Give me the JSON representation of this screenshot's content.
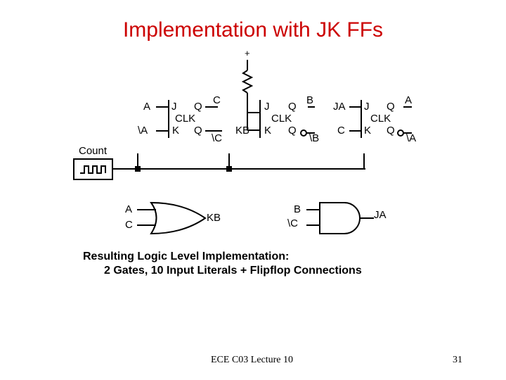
{
  "title": "Implementation with JK FFs",
  "supply_label": "+",
  "clock_label": "Count",
  "ff_labels": {
    "j": "J",
    "k": "K",
    "q": "Q",
    "clk": "CLK"
  },
  "ff1": {
    "j_in": "A",
    "k_in": "\\A",
    "q_out": "C",
    "qbar_out": "\\C"
  },
  "ff2": {
    "j_in": "KB",
    "q_out": "B",
    "qbar_out": "\\B"
  },
  "ff3": {
    "j_in": "JA",
    "k_in": "C",
    "q_out": "A",
    "qbar_out": "\\A"
  },
  "gate1": {
    "in1": "A",
    "in2": "C",
    "out": "KB"
  },
  "gate2": {
    "in1": "B",
    "in2": "\\C",
    "out": "JA"
  },
  "caption": {
    "line1": "Resulting Logic Level Implementation:",
    "line2": "2 Gates, 10 Input Literals + Flipflop Connections"
  },
  "footer": {
    "course": "ECE C03 Lecture 10",
    "page": "31"
  }
}
